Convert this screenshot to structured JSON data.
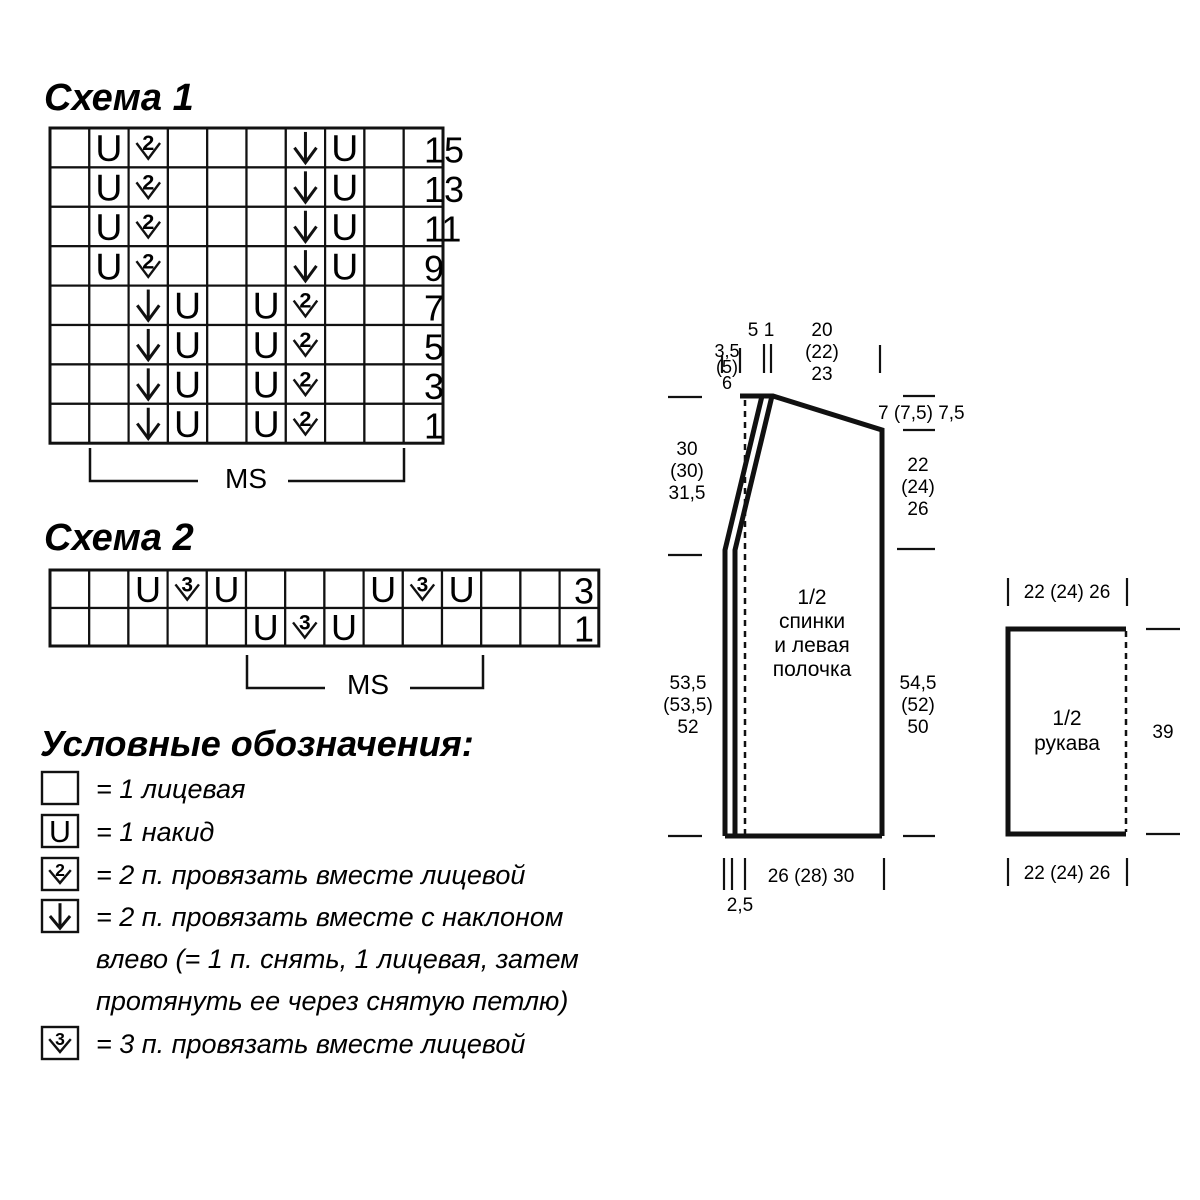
{
  "scheme1": {
    "title": "Схема 1",
    "rows": [
      {
        "label": "15",
        "cells": [
          "",
          "U",
          "2",
          "",
          "",
          "",
          "v",
          "U",
          "",
          ""
        ]
      },
      {
        "label": "13",
        "cells": [
          "",
          "U",
          "2",
          "",
          "",
          "",
          "v",
          "U",
          "",
          ""
        ]
      },
      {
        "label": "11",
        "cells": [
          "",
          "U",
          "2",
          "",
          "",
          "",
          "v",
          "U",
          "",
          ""
        ]
      },
      {
        "label": "9",
        "cells": [
          "",
          "U",
          "2",
          "",
          "",
          "",
          "v",
          "U",
          "",
          ""
        ]
      },
      {
        "label": "7",
        "cells": [
          "",
          "",
          "v",
          "U",
          "",
          "U",
          "2",
          "",
          "",
          ""
        ]
      },
      {
        "label": "5",
        "cells": [
          "",
          "",
          "v",
          "U",
          "",
          "U",
          "2",
          "",
          "",
          ""
        ]
      },
      {
        "label": "3",
        "cells": [
          "",
          "",
          "v",
          "U",
          "",
          "U",
          "2",
          "",
          "",
          ""
        ]
      },
      {
        "label": "1",
        "cells": [
          "",
          "",
          "v",
          "U",
          "",
          "U",
          "2",
          "",
          "",
          ""
        ]
      }
    ],
    "repeat_label": "MS"
  },
  "scheme2": {
    "title": "Схема 2",
    "rows": [
      {
        "label": "3",
        "cells": [
          "",
          "",
          "U",
          "3",
          "U",
          "",
          "",
          "",
          "U",
          "3",
          "U",
          "",
          "",
          ""
        ]
      },
      {
        "label": "1",
        "cells": [
          "",
          "",
          "",
          "",
          "",
          "U",
          "3",
          "U",
          "",
          "",
          "",
          "",
          "",
          ""
        ]
      }
    ],
    "repeat_label": "MS"
  },
  "legend": {
    "title": "Условные обозначения:",
    "items": [
      {
        "symbol": "",
        "text": "= 1 лицевая"
      },
      {
        "symbol": "U",
        "text": "= 1 накид"
      },
      {
        "symbol": "2",
        "text": "= 2 п. провязать вместе лицевой"
      },
      {
        "symbol": "v",
        "lines": [
          "= 2 п. провязать вместе с наклоном",
          "влево (= 1 п. снять, 1 лицевая, затем",
          "протянуть ее через снятую петлю)"
        ]
      },
      {
        "symbol": "3",
        "text": "= 3 п. провязать вместе лицевой"
      }
    ]
  },
  "body_pattern": {
    "label_lines": [
      "1/2",
      "спинки",
      "и левая",
      "полочка"
    ],
    "dims": {
      "top_neck_a": "5",
      "top_neck_b": "1",
      "top_left_lines": [
        "3,5",
        "(5)",
        "6"
      ],
      "top_shoulder_lines": [
        "20",
        "(22)",
        "23"
      ],
      "shoulder_slope": "7 (7,5) 7,5",
      "left_armhole_lines": [
        "30",
        "(30)",
        "31,5"
      ],
      "right_armhole_lines": [
        "22",
        "(24)",
        "26"
      ],
      "left_length_lines": [
        "53,5",
        "(53,5)",
        "52"
      ],
      "right_length_lines": [
        "54,5",
        "(52)",
        "50"
      ],
      "bottom_width": "26 (28) 30",
      "bottom_band": "2,5"
    }
  },
  "sleeve_pattern": {
    "label_lines": [
      "1/2",
      "рукава"
    ],
    "dims": {
      "top_width": "22 (24) 26",
      "height": "39",
      "bottom_width": "22 (24) 26"
    }
  }
}
